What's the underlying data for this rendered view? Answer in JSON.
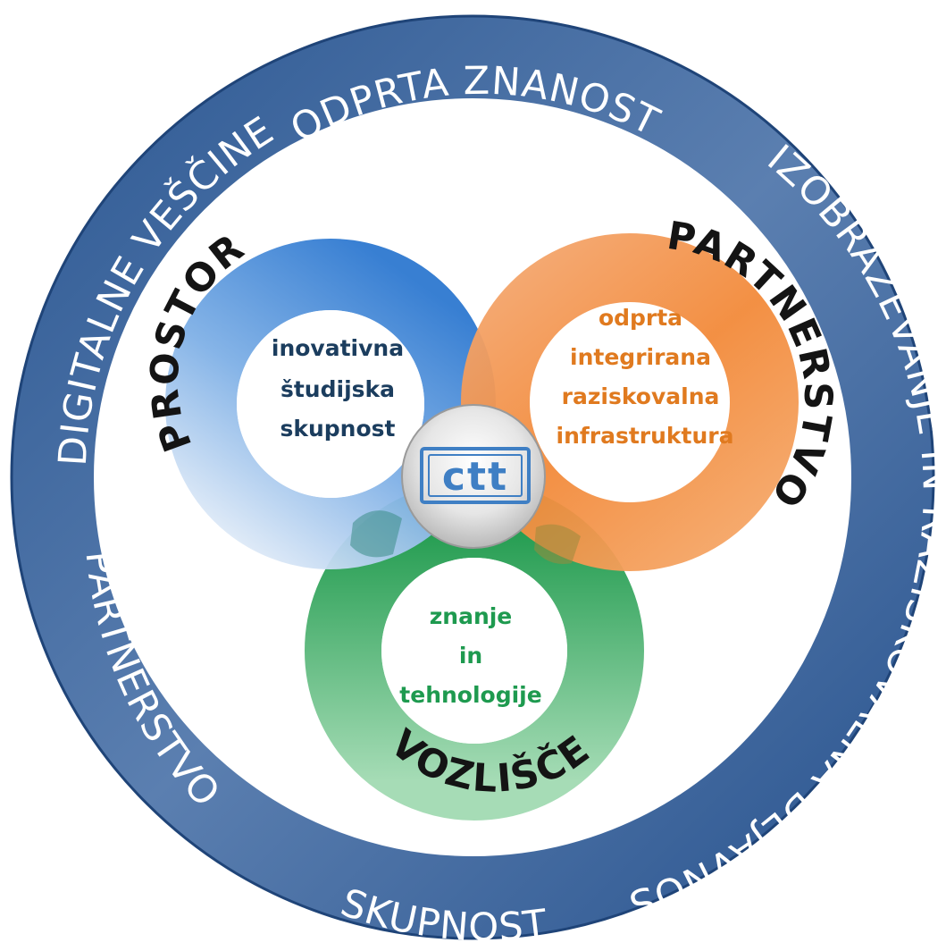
{
  "outer_ring": {
    "top_left_label": "DIGITALNE VEŠČINE",
    "top_label": "ODPRTA ZNANOST",
    "right_label": "IZOBRAŽEVANJE IN RAZISKOVALNA DEJAVNOST",
    "bottom_label": "SKUPNOST",
    "left_label": "PARTNERSTVO",
    "color": "#4a6fa5"
  },
  "circles": [
    {
      "id": "prostor",
      "ring_label": "PROSTOR",
      "lines": [
        "inovativna",
        "študijska",
        "skupnost"
      ],
      "text_color": "#1b3d5e",
      "ring_color": "#4a8ed6"
    },
    {
      "id": "partnerstvo",
      "ring_label": "PARTNERSTVO",
      "lines": [
        "odprta",
        "integrirana",
        "raziskovalna",
        "infrastruktura"
      ],
      "text_color": "#e07a1f",
      "ring_color": "#f08a3c"
    },
    {
      "id": "vozlisce",
      "ring_label": "VOZLIŠČE",
      "lines": [
        "znanje",
        "in",
        "tehnologije"
      ],
      "text_color": "#1e9a4f",
      "ring_color": "#32a85c"
    }
  ],
  "center": {
    "logo_text": "ctt",
    "logo_color": "#3f7fc4"
  }
}
